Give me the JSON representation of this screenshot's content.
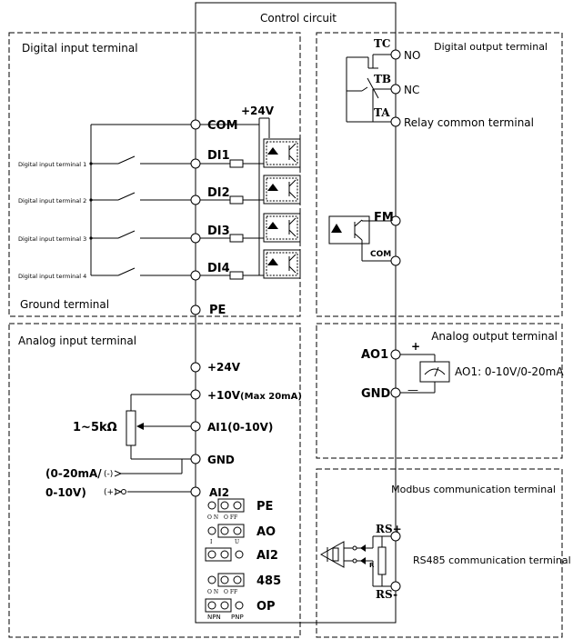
{
  "control_circuit": "Control circuit",
  "digital_input": {
    "title": "Digital input terminal",
    "com": "COM",
    "plus24": "+24V",
    "di1": "DI1",
    "di2": "DI2",
    "di3": "DI3",
    "di4": "DI4",
    "label1": "Digital input terminal 1",
    "label2": "Digital input terminal 2",
    "label3": "Digital input terminal 3",
    "label4": "Digital input terminal 4"
  },
  "ground": {
    "title": "Ground terminal",
    "pe": "PE"
  },
  "analog_input": {
    "title": "Analog input terminal",
    "plus24": "+24V",
    "plus10": "+10V",
    "max": "(Max 20mA)",
    "ai1": "AI1(0-10V)",
    "gnd": "GND",
    "ai2": "AI2",
    "pot": "1~5kΩ",
    "current": "(0-20mA/",
    "voltage": "0-10V)",
    "minus_sign": "(-)",
    "plus_sign": "(+)"
  },
  "digital_output": {
    "title": "Digital output terminal",
    "tc": "TC",
    "tb": "TB",
    "ta": "TA",
    "no": "NO",
    "nc": "NC",
    "relay_common": "Relay common terminal",
    "fm": "FM",
    "com": "COM"
  },
  "analog_output": {
    "title": "Analog output terminal",
    "ao1": "AO1",
    "gnd": "GND",
    "plus": "+",
    "minus": "—",
    "ao1_range": "AO1: 0-10V/0-20mA"
  },
  "modbus": {
    "title": "Modbus communication terminal",
    "rs485": "RS485 communication terminal",
    "rsp": "RS+",
    "rsn": "RS-",
    "r": "R"
  },
  "jumpers": {
    "pe": "PE",
    "ao": "AO",
    "ai2": "AI2",
    "j485": "485",
    "op": "OP",
    "on": "O N",
    "off": "O FF",
    "i": "I",
    "u": "U",
    "on2": "O N",
    "off2": "O FF",
    "npn": "NPN",
    "pnp": "PNP"
  }
}
